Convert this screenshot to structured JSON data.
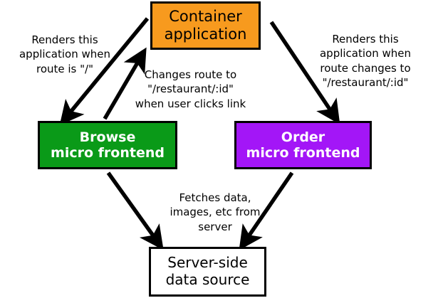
{
  "diagram": {
    "title": "Micro frontend routing and data flow diagram",
    "background": "#ffffff",
    "nodes": [
      {
        "id": "container",
        "name": "container-application",
        "lines": [
          "Container",
          "application"
        ],
        "fill": "#f79a1e",
        "text_color": "#000000",
        "border_color": "#000000"
      },
      {
        "id": "browse",
        "name": "browse-micro-frontend",
        "lines": [
          "Browse",
          "micro frontend"
        ],
        "fill": "#0a9a18",
        "text_color": "#ffffff",
        "border_color": "#000000"
      },
      {
        "id": "order",
        "name": "order-micro-frontend",
        "lines": [
          "Order",
          "micro frontend"
        ],
        "fill": "#a316f7",
        "text_color": "#ffffff",
        "border_color": "#000000"
      },
      {
        "id": "server",
        "name": "server-side-data-source",
        "lines": [
          "Server-side",
          "data source"
        ],
        "fill": "#ffffff",
        "text_color": "#000000",
        "border_color": "#000000"
      }
    ],
    "labels": [
      {
        "id": "left",
        "name": "edge-label-container-to-browse",
        "lines": [
          "Renders this",
          "application when",
          "route is \"/\""
        ]
      },
      {
        "id": "middle",
        "name": "edge-label-browse-to-container",
        "lines": [
          "Changes route to",
          "\"/restaurant/:id\"",
          "when user clicks link"
        ]
      },
      {
        "id": "right",
        "name": "edge-label-container-to-order",
        "lines": [
          "Renders this",
          "application when",
          "route changes to",
          "\"/restaurant/:id\""
        ]
      },
      {
        "id": "bottom",
        "name": "edge-label-frontends-to-server",
        "lines": [
          "Fetches data,",
          "images, etc from",
          "server"
        ]
      }
    ],
    "arrows": [
      {
        "id": "container-to-browse",
        "name": "arrow-container-to-browse",
        "from": "container",
        "to": "browse",
        "direction": "down-left",
        "color": "#000000"
      },
      {
        "id": "browse-to-container",
        "name": "arrow-browse-to-container",
        "from": "browse",
        "to": "container",
        "direction": "up-right",
        "color": "#000000"
      },
      {
        "id": "container-to-order",
        "name": "arrow-container-to-order",
        "from": "container",
        "to": "order",
        "direction": "down-right",
        "color": "#000000"
      },
      {
        "id": "browse-to-server",
        "name": "arrow-browse-to-server",
        "from": "browse",
        "to": "server",
        "direction": "down-right",
        "color": "#000000"
      },
      {
        "id": "order-to-server",
        "name": "arrow-order-to-server",
        "from": "order",
        "to": "server",
        "direction": "down-left",
        "color": "#000000"
      }
    ]
  }
}
